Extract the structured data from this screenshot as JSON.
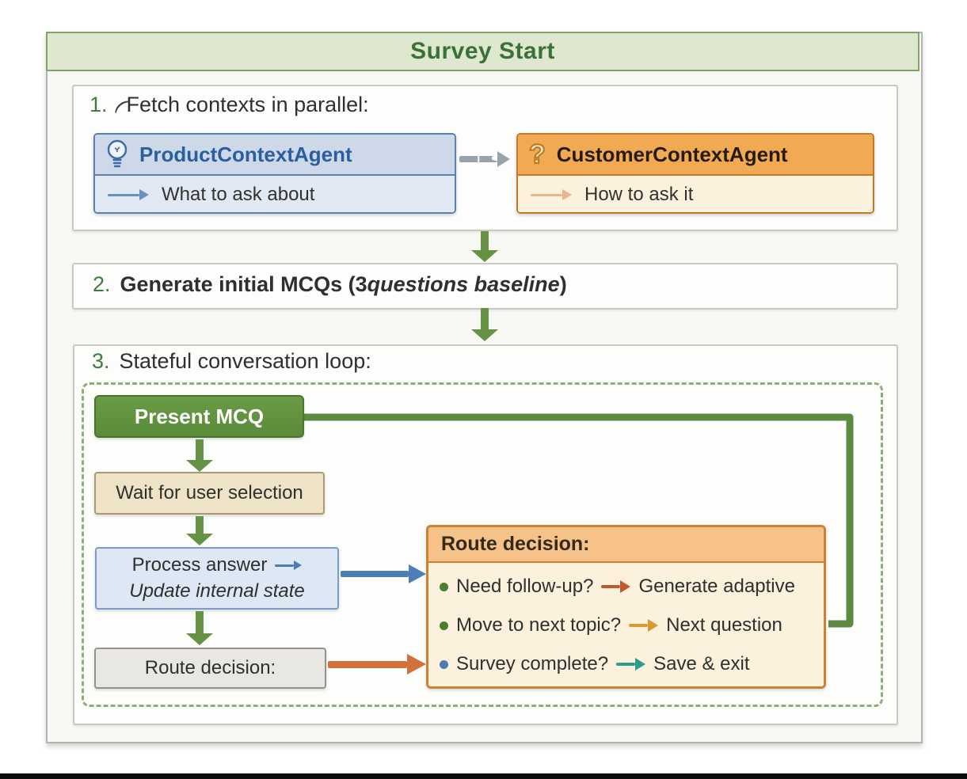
{
  "title": "Survey Start",
  "colors": {
    "band_bg": "#dde8cf",
    "band_border": "#85a269",
    "band_text": "#3b7038",
    "step_number": "#3e7d3c",
    "product_border": "#5b81ad",
    "product_header_bg": "#cdd9e8",
    "product_body_bg": "#e0e9f4",
    "product_title": "#2c5e9e",
    "product_arrow": "#6b8fbd",
    "customer_border": "#c17c2b",
    "customer_header_bg": "#f2a953",
    "customer_body_bg": "#fbf1dc",
    "customer_arrow": "#e9b68c",
    "green_arrow": "#649345",
    "loop_line": "#5d8a42",
    "loop_dash_border": "#8fad77",
    "present_bg": "#639440",
    "present_border": "#49752e",
    "wait_bg": "#eee3c6",
    "wait_border": "#a99a71",
    "process_bg": "#dde8f4",
    "process_border": "#7b9cc6",
    "blue_arrow": "#4e7eb6",
    "route_bg": "#e9e7e1",
    "route_border": "#97938a",
    "orange_arrow": "#d2713b",
    "panel_border": "#ca8233",
    "panel_header_bg": "#f6c287",
    "panel_body_bg": "#fbf1dd",
    "bullet_green": "#4e7c33",
    "bullet_blue": "#4d7cb5",
    "row1_arrow": "#bf5a2d",
    "row2_arrow": "#d89a30",
    "row3_arrow": "#2f9c89",
    "dashed_connector": "#99a3ac"
  },
  "step1": {
    "number": "1.",
    "squiggle": "(",
    "label": "Fetch contexts in parallel:",
    "product_agent": {
      "icon": "lightbulb-icon",
      "title": "ProductContextAgent",
      "subtitle": "What to ask about"
    },
    "customer_agent": {
      "icon": "question-mark-icon",
      "icon_glyph": "?",
      "title": "CustomerContextAgent",
      "subtitle": "How to ask it"
    }
  },
  "step2": {
    "number": "2.",
    "label_prefix": "Generate initial MCQs (3 ",
    "label_italic": "questions baseline",
    "label_suffix": ")"
  },
  "step3": {
    "number": "3.",
    "label": "Stateful conversation loop:",
    "present_mcq": "Present MCQ",
    "wait": "Wait for user selection",
    "process_line1": "Process answer",
    "process_line2": "Update internal state",
    "route_box": "Route decision:",
    "route_panel": {
      "header": "Route decision:",
      "rows": [
        {
          "question": "Need follow-up?",
          "result": "Generate adaptive"
        },
        {
          "question": "Move to next topic?",
          "result": "Next question"
        },
        {
          "question": "Survey complete?",
          "result": "Save & exit"
        }
      ]
    }
  }
}
